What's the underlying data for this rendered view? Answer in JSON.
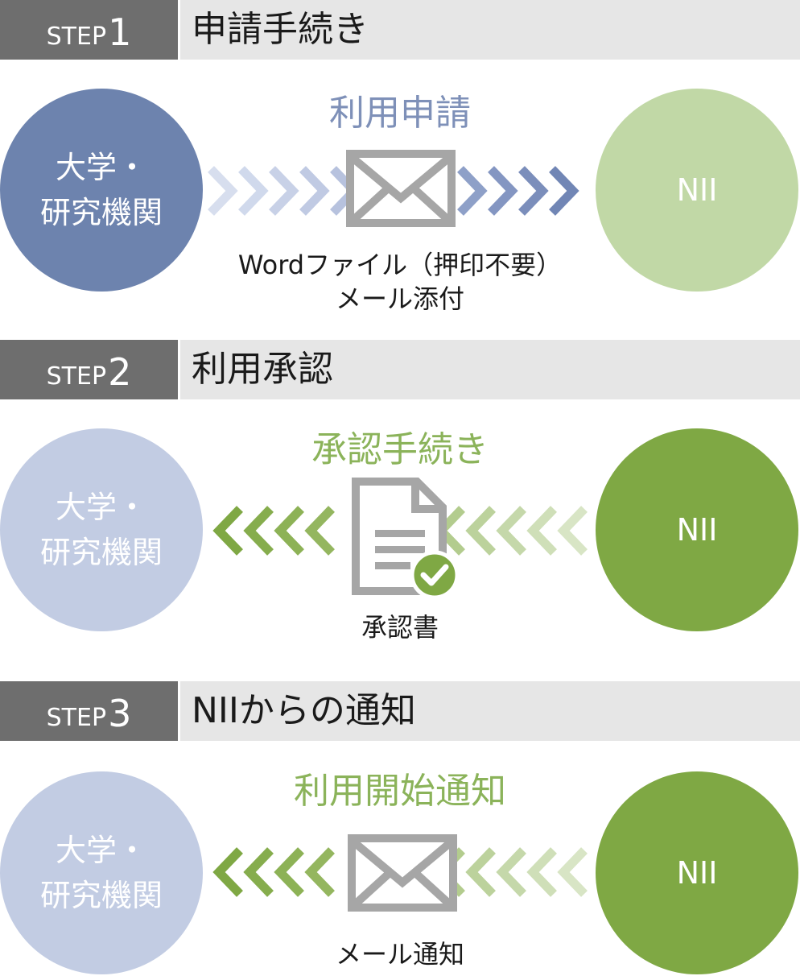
{
  "colors": {
    "header_label_bg": "#6e6e6e",
    "header_bar_bg": "#e6e6e6",
    "blue_dark": "#6d83ae",
    "blue_light": "#c2cce3",
    "green_dark": "#7fa844",
    "green_light": "#c1d8a6",
    "green_text": "#8bb35a",
    "blue_text": "#7e90b8",
    "icon_gray": "#a6a6a6"
  },
  "steps": [
    {
      "prefix": "STEP",
      "number": "1",
      "heading": "申請手続き",
      "title": "利用申請",
      "left_entity": "大学・\n研究機関",
      "right_entity": "NII",
      "icon": "envelope-icon",
      "caption": "Wordファイル（押印不要）\nメール添付",
      "direction": "right"
    },
    {
      "prefix": "STEP",
      "number": "2",
      "heading": "利用承認",
      "title": "承認手続き",
      "left_entity": "大学・\n研究機関",
      "right_entity": "NII",
      "icon": "approved-document-icon",
      "caption": "承認書",
      "direction": "left"
    },
    {
      "prefix": "STEP",
      "number": "3",
      "heading": "NIIからの通知",
      "title": "利用開始通知",
      "left_entity": "大学・\n研究機関",
      "right_entity": "NII",
      "icon": "envelope-icon",
      "caption": "メール通知",
      "direction": "left"
    }
  ]
}
